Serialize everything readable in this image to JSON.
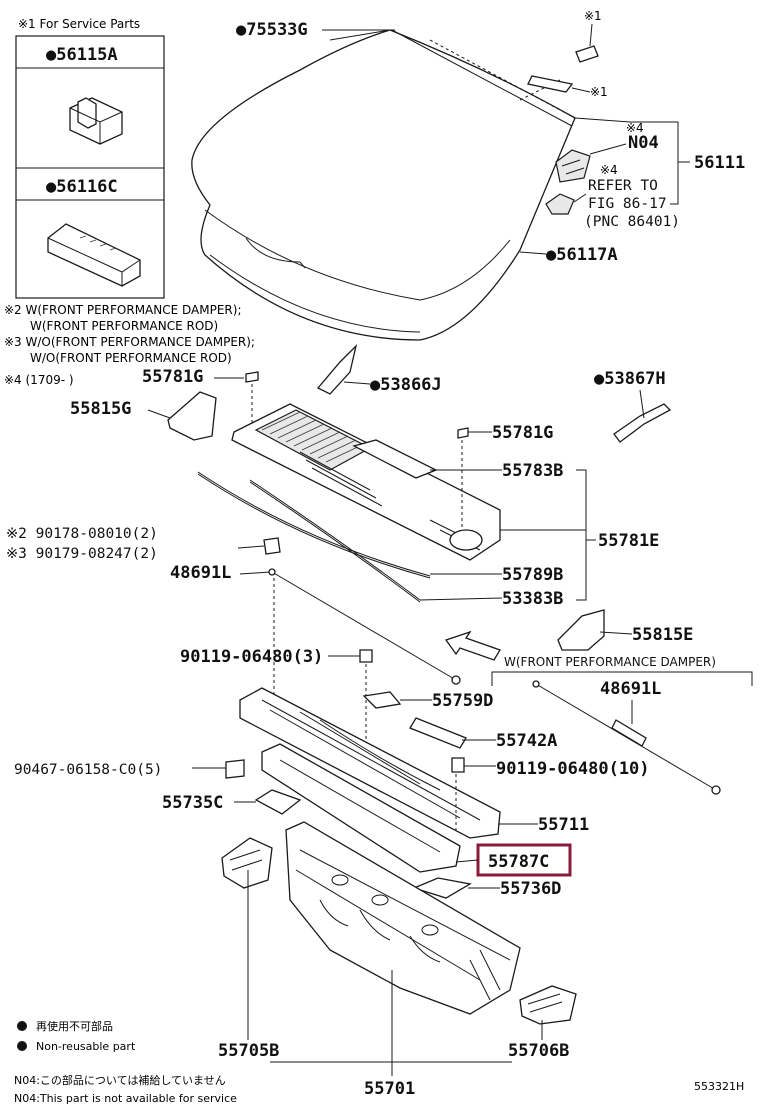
{
  "service_box": {
    "title": "※1 For Service Parts",
    "part_a": "●56115A",
    "part_b": "●56116C"
  },
  "notes": {
    "n2a": "※2 W(FRONT PERFORMANCE DAMPER);",
    "n2b": "W(FRONT PERFORMANCE ROD)",
    "n3a": "※3 W/O(FRONT PERFORMANCE DAMPER);",
    "n3b": "W/O(FRONT PERFORMANCE ROD)",
    "n4": "※4 (1709-     )"
  },
  "callouts": {
    "p75533g": "●75533G",
    "m1a": "※1",
    "m1b": "※1",
    "m4a": "※4",
    "n04": "N04",
    "m4b": "※4",
    "refer1": "REFER TO",
    "refer2": "FIG 86-17",
    "refer3": "(PNC 86401)",
    "p56111": "56111",
    "p56117a": "●56117A",
    "p55781g_a": "55781G",
    "p53866j": "●53866J",
    "p53867h": "●53867H",
    "p55815g": "55815G",
    "p55781g_b": "55781G",
    "p55783b": "55783B",
    "p90178": "※2 90178-08010(2)",
    "p90179": "※3 90179-08247(2)",
    "p55781e": "55781E",
    "p48691l_a": "48691L",
    "p55789b": "55789B",
    "p53383b": "53383B",
    "p55815e": "55815E",
    "wdamper": "W(FRONT PERFORMANCE DAMPER)",
    "p90119_3": "90119-06480(3)",
    "p48691l_b": "48691L",
    "p55759d": "55759D",
    "p55742a": "55742A",
    "p90467": "90467-06158-C0(5)",
    "p90119_10": "90119-06480(10)",
    "p55735c": "55735C",
    "p55711": "55711",
    "p55787c": "55787C",
    "p55736d": "55736D",
    "p55705b": "55705B",
    "p55706b": "55706B",
    "p55701": "55701"
  },
  "legend": {
    "nonreuse_jp": "再使用不可部品",
    "nonreuse_en": "Non-reusable part",
    "n04_jp": "N04:この部品については補給していません",
    "n04_en": "N04:This part is not available for service"
  },
  "figure_id": "553321H",
  "highlight_color": "#8b1a3a"
}
